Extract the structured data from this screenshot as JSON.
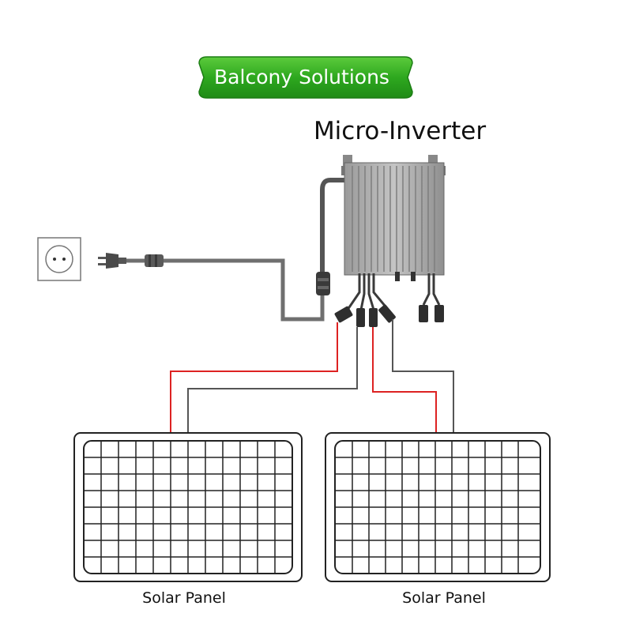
{
  "badge": {
    "label": "Balcony Solutions",
    "color": "#2ea81f"
  },
  "inverter": {
    "label": "Micro-Inverter"
  },
  "panels": [
    {
      "label": "Solar Panel"
    },
    {
      "label": "Solar Panel"
    }
  ],
  "wire_colors": {
    "positive": "#dd2222",
    "negative": "#555555"
  },
  "icons": [
    "wall-socket-icon",
    "plug-icon",
    "micro-inverter-icon",
    "connector-icon",
    "solar-panel-icon"
  ]
}
